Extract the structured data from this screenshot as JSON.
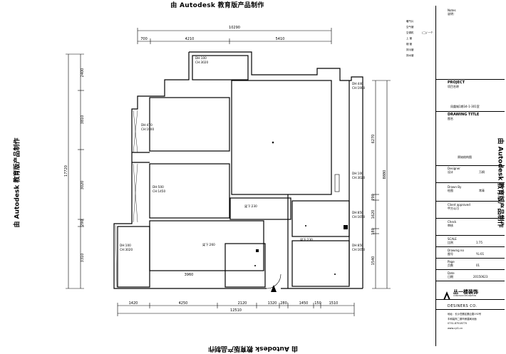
{
  "watermarks": {
    "top": "由 Autodesk 教育版产品制作",
    "bottom": "由 Autodesk 教育版产品制作",
    "left": "由 Autodesk 教育版产品制作",
    "right": "由 Autodesk 教育版产品制作"
  },
  "dimensions": {
    "top_total": "10290",
    "top_segments": [
      "700",
      "4210",
      "5410"
    ],
    "bottom_total": "12510",
    "bottom_segments": [
      "1420",
      "4250",
      "2120",
      "1320",
      "280",
      "1450",
      "150",
      "1510"
    ],
    "left_total": "17720",
    "left_segments": [
      "2400",
      "3810",
      "3020",
      "290",
      "3310"
    ],
    "right_total": "8880",
    "right_segments": [
      "6270",
      "290",
      "1620",
      "180",
      "1540"
    ],
    "bottom_inner": "3960"
  },
  "annotations": {
    "dh1": "DH:100",
    "ch1": "CH:3020",
    "dh2": "DH:470",
    "ch2": "CH:1900",
    "dh3": "DH:500",
    "ch3": "CH:1450",
    "dh4": "DH:100",
    "ch4": "CH:3020",
    "dh5": "DH:440",
    "ch5": "CH:1900",
    "dh6": "DH:100",
    "ch6": "CH:3020",
    "dh7": "DH:850",
    "ch7": "CH:1650",
    "dh8": "DH:850",
    "ch8": "CH:1650",
    "drop1": "梁下:230",
    "drop2": "梁下:260",
    "drop3": "梁下:230"
  },
  "title_block": {
    "notes_title": "Notes",
    "notes_sub": "说明：",
    "project_label": "PROJECT",
    "project_sub": "项目名称",
    "project_name": "凤凰城1期34-1-301室",
    "drawing_title_label": "DRAWING TITLE",
    "drawing_title_sub": "图名",
    "drawing_name": "原始结构图",
    "designer_label": "Designer",
    "designer_sub": "设计",
    "designer": "万炯",
    "drawn_label": "Drawn By",
    "drawn_sub": "绘图",
    "drawn": "常青",
    "client_label": "Client approved",
    "client_sub": "甲方认可",
    "check_label": "Check",
    "check_sub": "审核",
    "scale_label": "SCALE",
    "scale_sub": "比例",
    "scale": "1:75",
    "drawing_no_label": "Drawing no",
    "drawing_no_sub": "图号",
    "drawing_no": "YL-01",
    "page_label": "Page",
    "page_sub": "页数",
    "page": "01",
    "date_label": "Date",
    "date_sub": "日期",
    "date": "20150623",
    "logo_text": "丛一楼装饰",
    "logo_sub": "CONGYILOU DECORATION",
    "designers_co": "DESINERS CO.",
    "address": "地址：长沙岳麓区麓云路192号",
    "address2": "丰和装饰二期市房建局对面",
    "tel": "0731-87518770",
    "web": "www.cyl1.cn"
  },
  "legend": {
    "items": [
      "暖气片",
      "空气管",
      "空调机",
      "上  管",
      "烟  管",
      "排污管",
      "排水管"
    ],
    "mark3": "(二)/ 一个"
  }
}
